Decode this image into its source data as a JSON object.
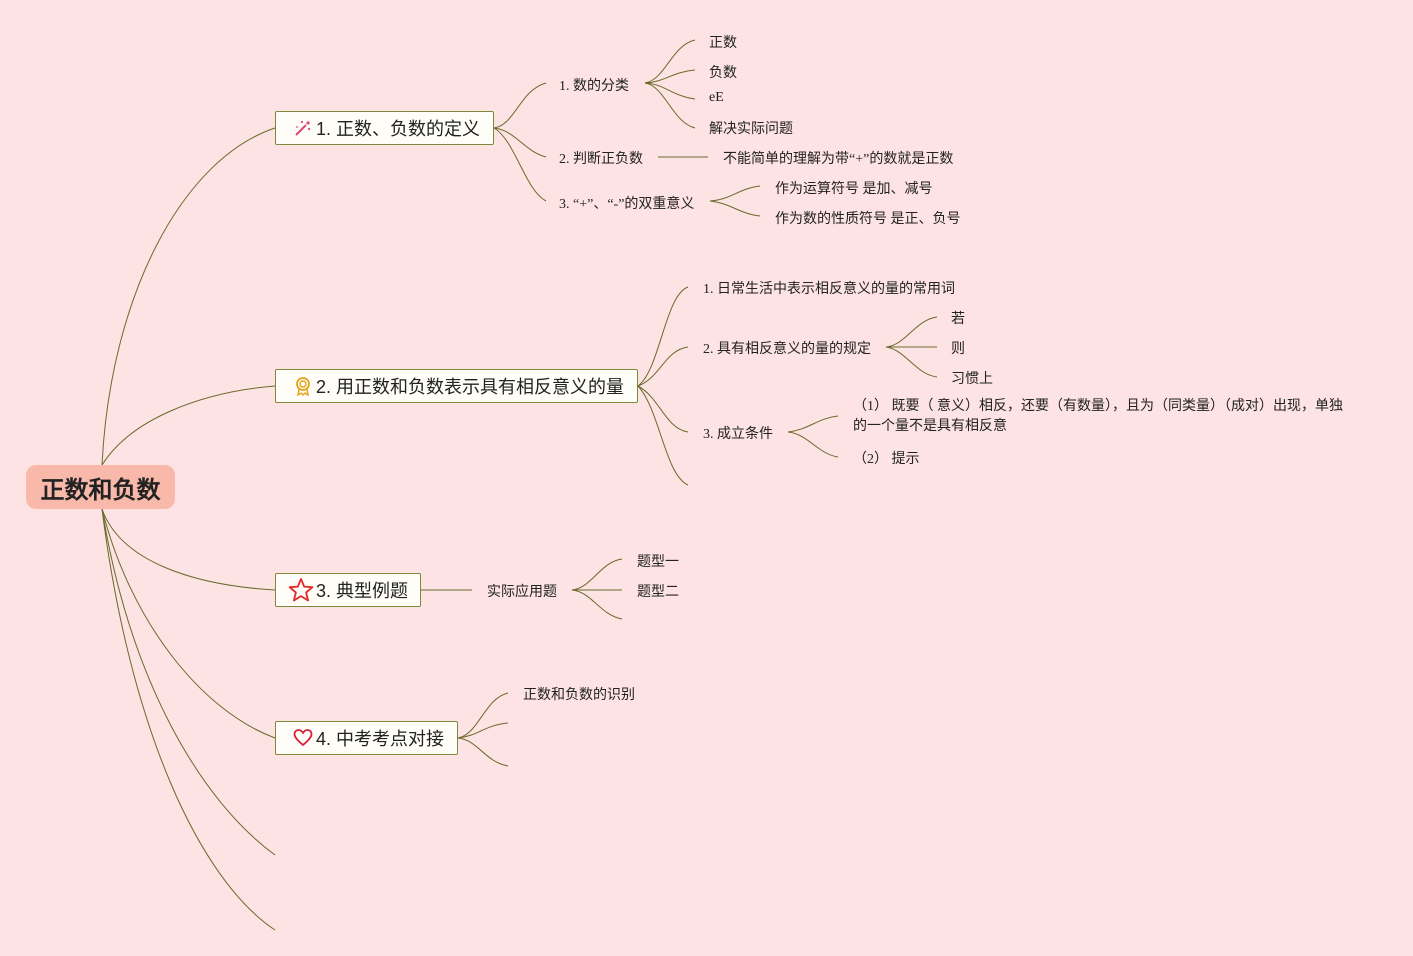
{
  "root": "正数和负数",
  "branches": [
    {
      "icon": "sparkle-wand-icon",
      "label": "1. 正数、负数的定义",
      "children": [
        {
          "label": "1. 数的分类",
          "children": [
            "正数",
            "负数",
            "eE",
            "解决实际问题"
          ]
        },
        {
          "label": "2. 判断正负数",
          "children": [
            "不能简单的理解为带“+”的数就是正数"
          ]
        },
        {
          "label": "3. “+”、“-”的双重意义",
          "children": [
            "作为运算符号 是加、减号",
            "作为数的性质符号 是正、负号"
          ]
        }
      ]
    },
    {
      "icon": "award-ribbon-icon",
      "label": "2. 用正数和负数表示具有相反意义的量",
      "children": [
        {
          "label": "1. 日常生活中表示相反意义的量的常用词",
          "children": []
        },
        {
          "label": "2. 具有相反意义的量的规定",
          "children": [
            "若",
            "则",
            "习惯上"
          ]
        },
        {
          "label": "3. 成立条件",
          "children": [
            "（1） 既要（ 意义）相反，还要（有数量），且为（同类量）（成对）出现，单独的一个量不是具有相反意",
            "（2） 提示"
          ]
        }
      ]
    },
    {
      "icon": "star-icon",
      "label": "3. 典型例题",
      "children": [
        {
          "label": "实际应用题",
          "children": [
            "题型一",
            "题型二"
          ]
        }
      ]
    },
    {
      "icon": "heart-icon",
      "label": "4. 中考考点对接",
      "children": [
        {
          "label": "正数和负数的识别",
          "children": []
        }
      ]
    }
  ],
  "colors": {
    "background": "#fde3e3",
    "root_fill": "#f8b9aa",
    "line": "#6b6a2c",
    "node_border": "#7a8a3a"
  }
}
